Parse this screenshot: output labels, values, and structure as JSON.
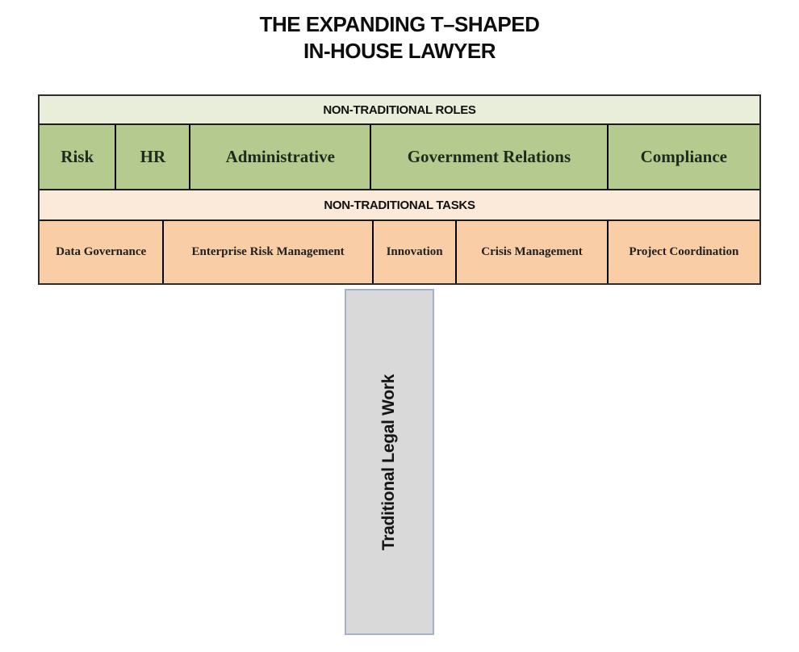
{
  "title": {
    "line1": "THE EXPANDING T–SHAPED",
    "line2": "IN-HOUSE LAWYER"
  },
  "diagram": {
    "roles_header": "NON-TRADITIONAL ROLES",
    "roles": [
      "Risk",
      "HR",
      "Administrative",
      "Government Relations",
      "Compliance"
    ],
    "tasks_header": "NON-TRADITIONAL TASKS",
    "tasks": [
      "Data Governance",
      "Enterprise Risk Management",
      "Innovation",
      "Crisis Management",
      "Project Coordination"
    ],
    "stem_label": "Traditional Legal Work"
  },
  "colors": {
    "roles_header_bg": "#e9eedb",
    "roles_cell_bg": "#b5ca8e",
    "tasks_header_bg": "#fbe9da",
    "tasks_cell_bg": "#f9cda5",
    "stem_bg": "#d9d9d9",
    "stem_border": "#a3b2ca",
    "table_border": "#2e2e2e",
    "divider": "#000000",
    "text": "#0d0d0d"
  }
}
